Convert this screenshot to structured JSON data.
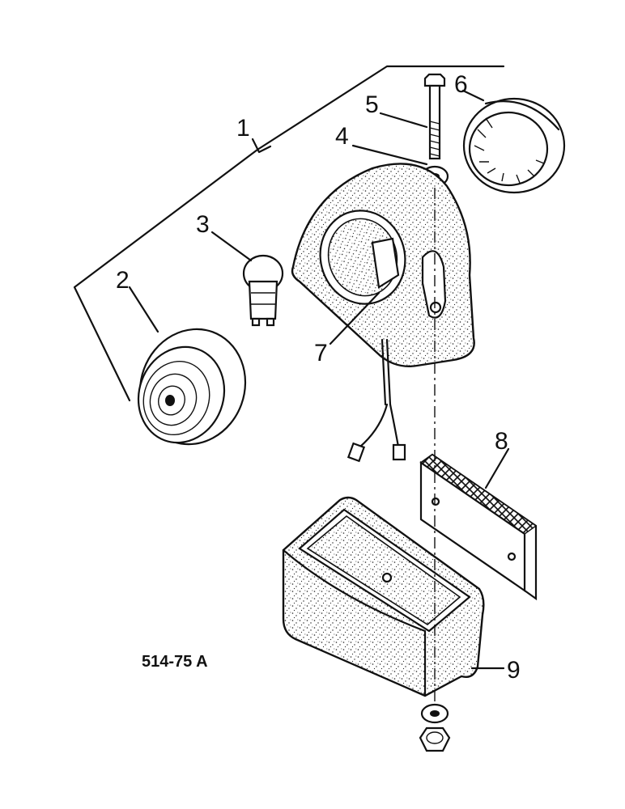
{
  "diagram": {
    "reference_code": "514-75 A",
    "callouts": [
      "1",
      "2",
      "3",
      "4",
      "5",
      "6",
      "7",
      "8",
      "9"
    ]
  }
}
